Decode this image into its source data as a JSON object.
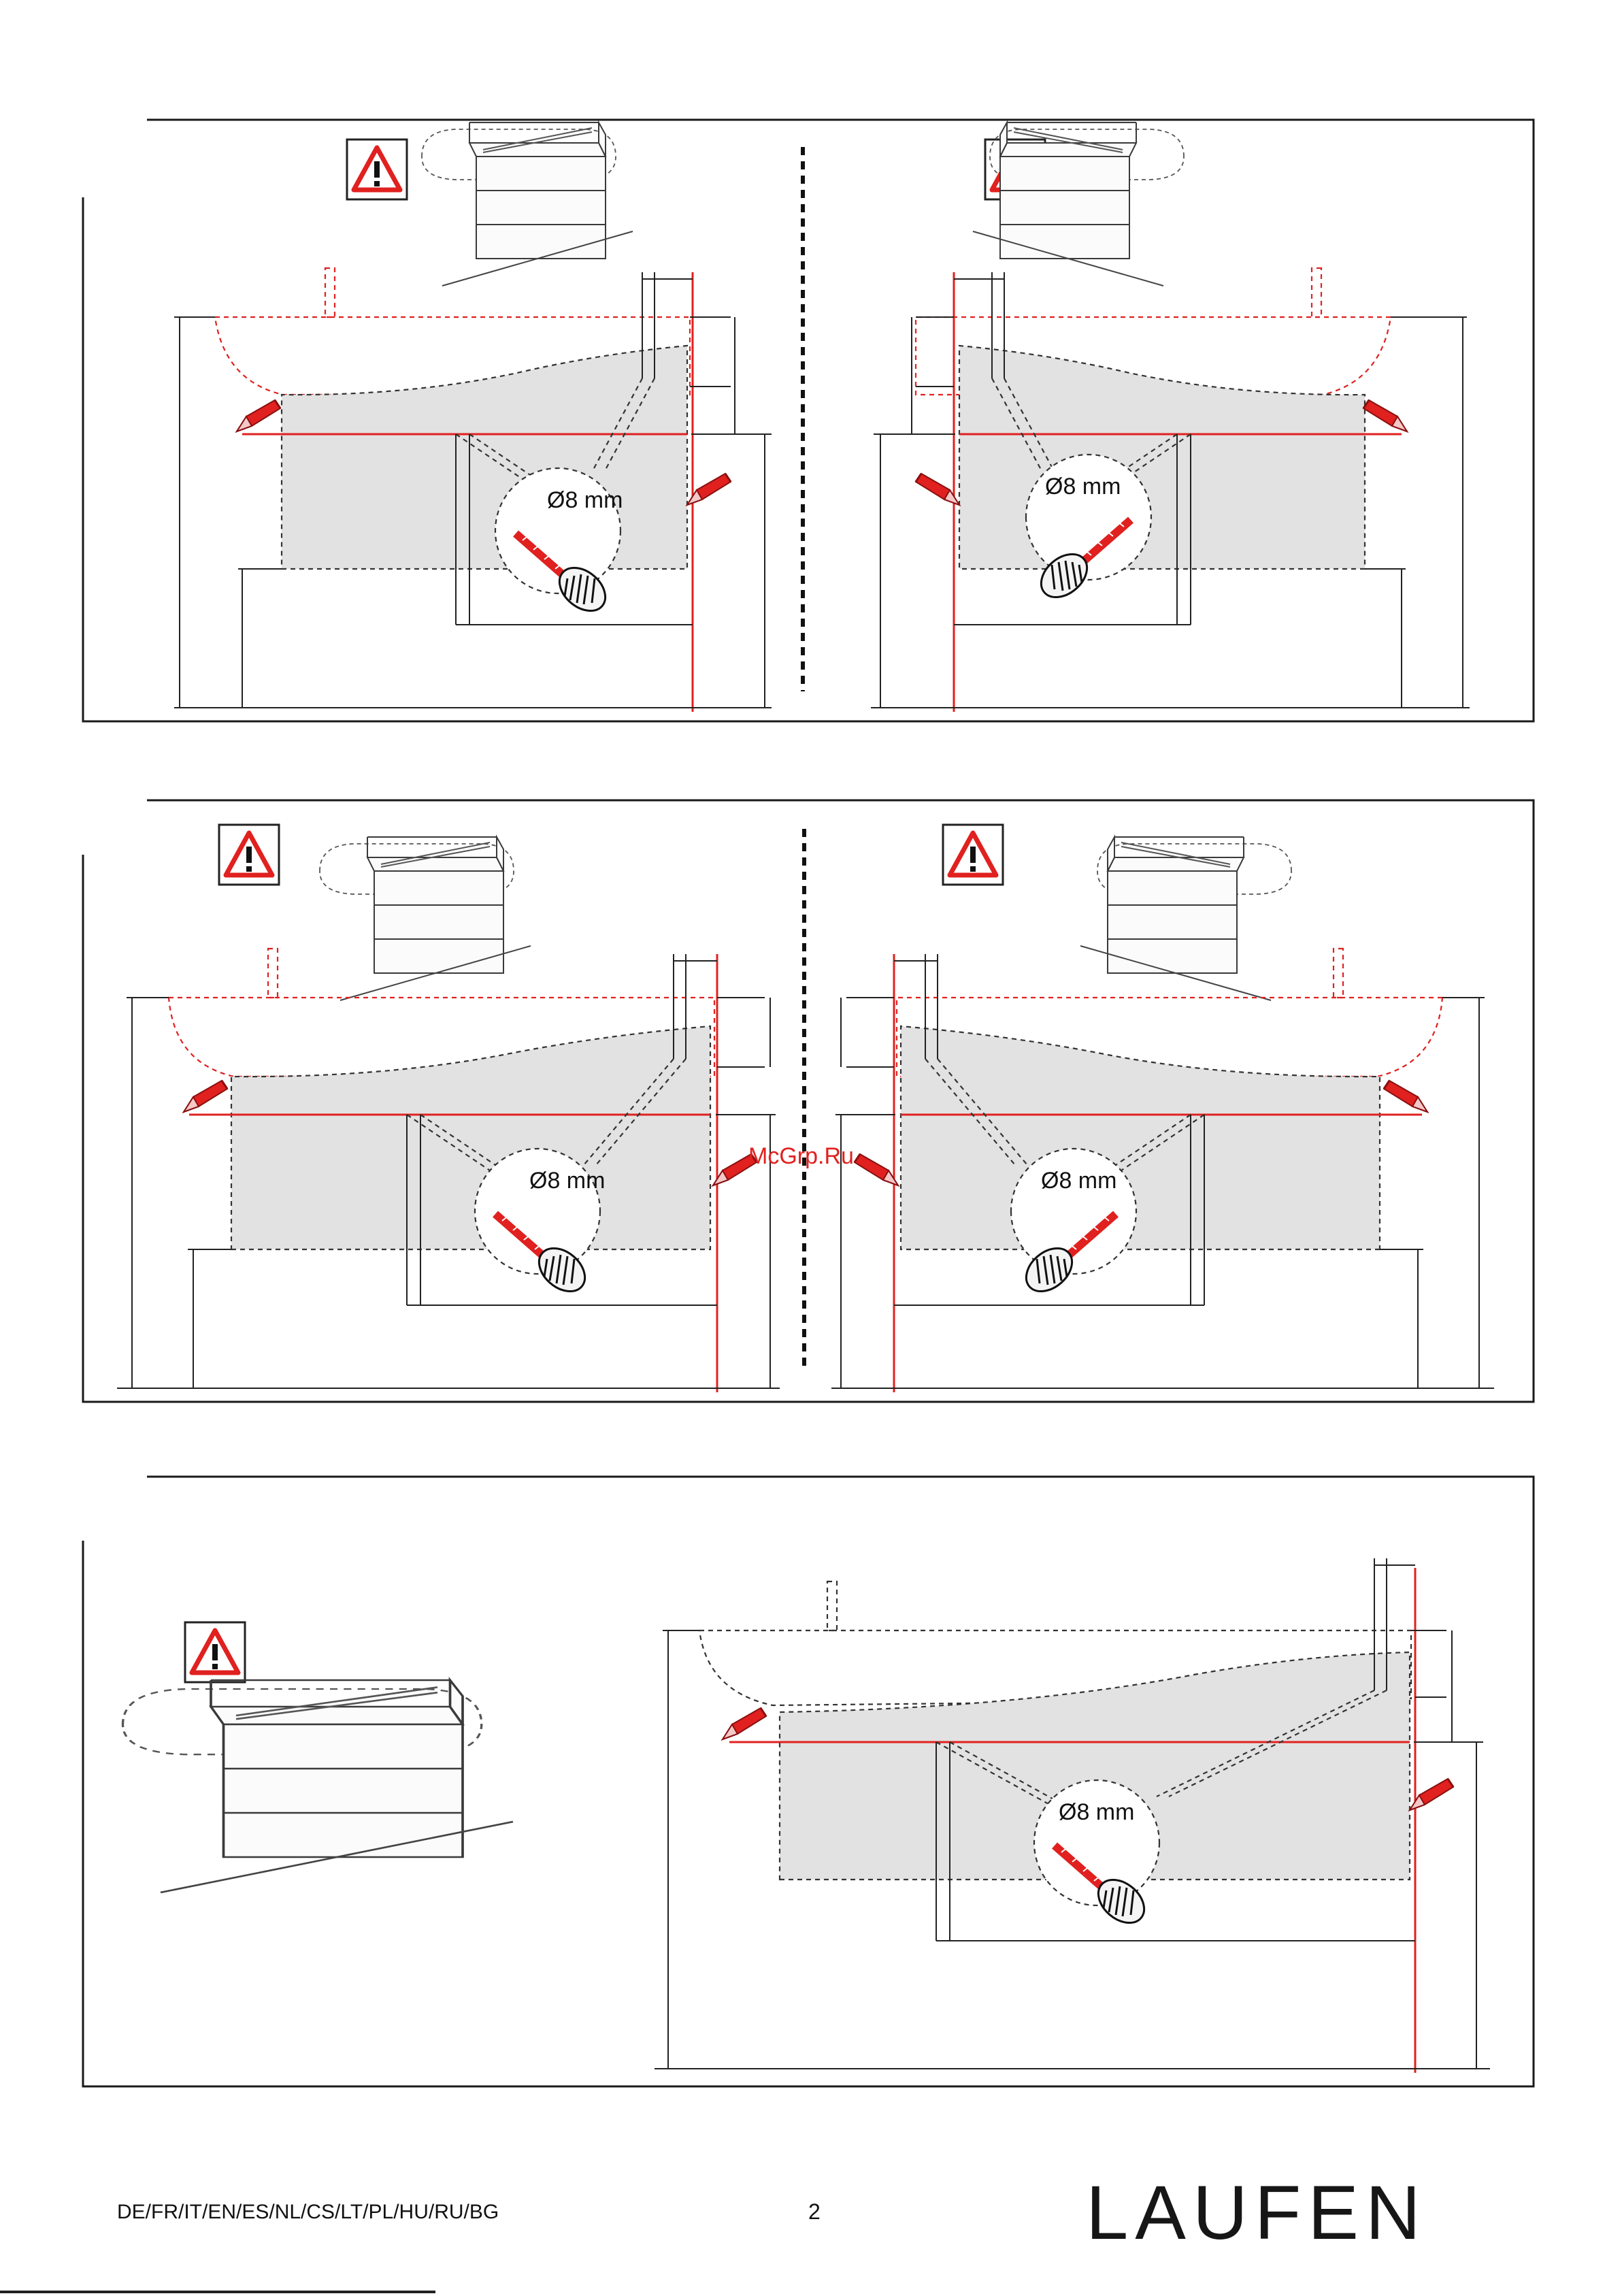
{
  "drill_label": "Ø8 mm",
  "footer": {
    "languages": "DE/FR/IT/EN/ES/NL/CS/LT/PL/HU/RU/BG",
    "page_number": "2"
  },
  "logo": {
    "brand": "LAUFEN"
  },
  "watermark": "McGrp.Ru",
  "colors": {
    "accent_red": "#e0211f",
    "logo_blue": "#1e8fd6",
    "body_gray": "#e2e2e2"
  },
  "icons": [
    "warning-triangle-icon",
    "pencil-icon",
    "drill-icon"
  ]
}
